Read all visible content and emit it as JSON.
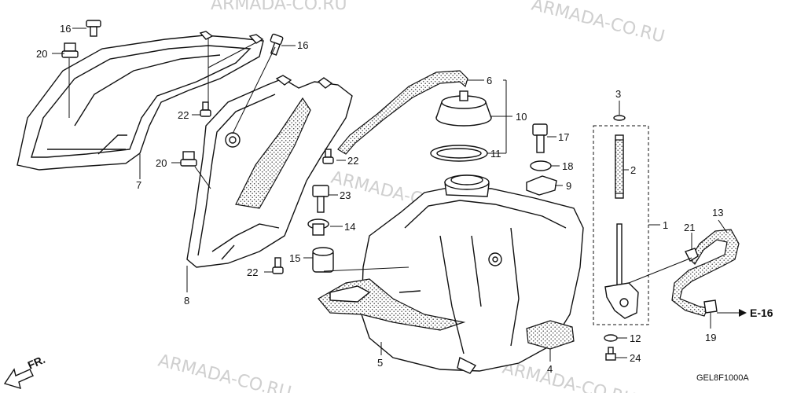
{
  "diagram": {
    "watermark_text": "ARMADA-CO.RU",
    "code": "GEL8F1000A",
    "front_arrow_label": "FR.",
    "callout_ref": "E-16",
    "labels": {
      "p1": "1",
      "p2": "2",
      "p3": "3",
      "p4": "4",
      "p5": "5",
      "p6": "6",
      "p7": "7",
      "p8": "8",
      "p9": "9",
      "p10": "10",
      "p11": "11",
      "p12": "12",
      "p13": "13",
      "p14": "14",
      "p15": "15",
      "p16a": "16",
      "p16b": "16",
      "p17": "17",
      "p18": "18",
      "p19": "19",
      "p20a": "20",
      "p20b": "20",
      "p21": "21",
      "p22a": "22",
      "p22b": "22",
      "p22c": "22",
      "p23": "23",
      "p24": "24"
    }
  }
}
